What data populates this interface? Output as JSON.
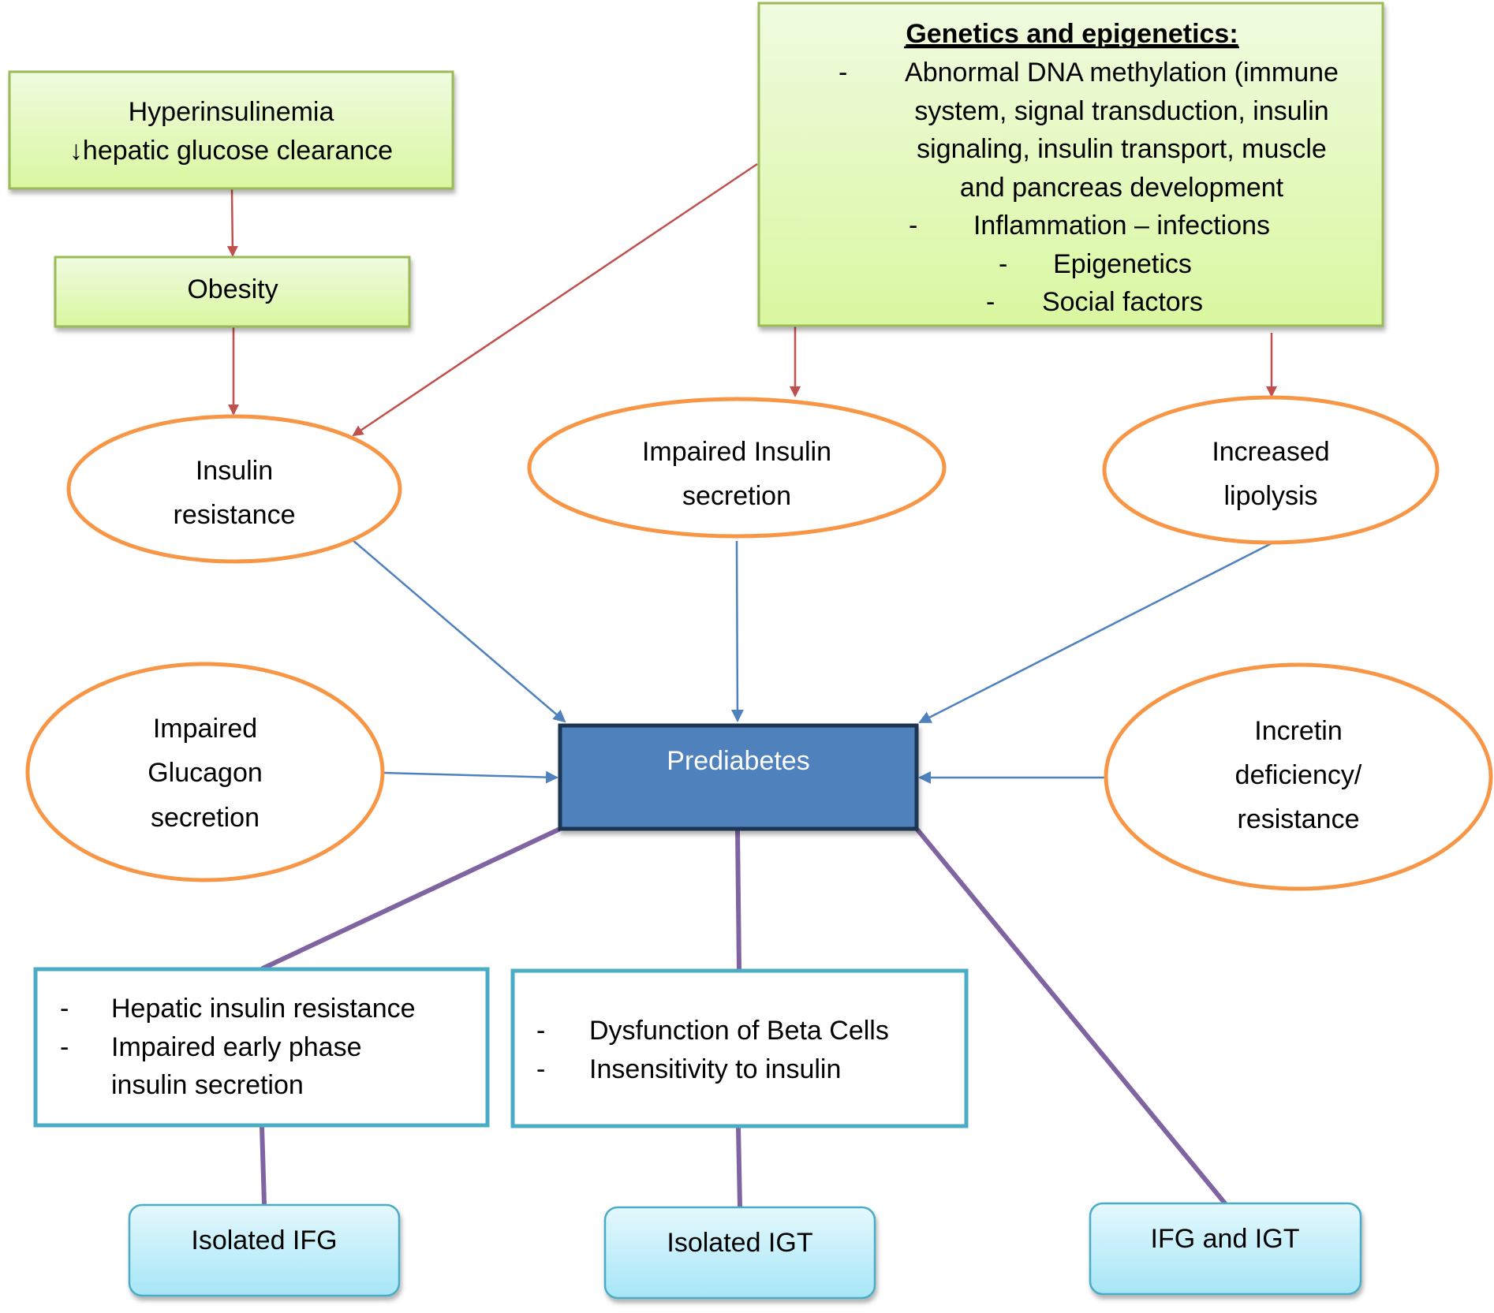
{
  "diagram": {
    "hyperinsulinemia_box": {
      "line1": "Hyperinsulinemia",
      "line2": "↓hepatic glucose clearance"
    },
    "obesity_box": {
      "label": "Obesity"
    },
    "genetics_box": {
      "title": "Genetics and epigenetics:",
      "items": [
        {
          "bullet": "-",
          "lines": [
            "Abnormal DNA methylation (immune",
            "system, signal transduction, insulin",
            "signaling, insulin transport, muscle",
            "and pancreas development"
          ]
        },
        {
          "bullet": "-",
          "lines": [
            "Inflammation – infections"
          ]
        },
        {
          "bullet": "-",
          "lines": [
            "Epigenetics"
          ]
        },
        {
          "bullet": "-",
          "lines": [
            "Social factors"
          ]
        }
      ]
    },
    "ellipses": {
      "insulin_resistance": [
        "Insulin",
        "resistance"
      ],
      "impaired_insulin_secretion": [
        "Impaired Insulin",
        "secretion"
      ],
      "increased_lipolysis": [
        "Increased",
        "lipolysis"
      ],
      "impaired_glucagon_secretion": [
        "Impaired",
        "Glucagon",
        "secretion"
      ],
      "incretin_deficiency": [
        "Incretin",
        "deficiency/",
        "resistance"
      ]
    },
    "center_box": {
      "label": "Prediabetes"
    },
    "mechanism_boxes": {
      "left": {
        "items": [
          {
            "bullet": "-",
            "lines": [
              "Hepatic insulin resistance"
            ]
          },
          {
            "bullet": "-",
            "lines": [
              "Impaired early phase",
              "insulin secretion"
            ]
          }
        ]
      },
      "middle": {
        "items": [
          {
            "bullet": "-",
            "lines": [
              "Dysfunction of Beta Cells"
            ]
          },
          {
            "bullet": "-",
            "lines": [
              "Insensitivity to insulin"
            ]
          }
        ]
      }
    },
    "outcomes": {
      "isolated_ifg": "Isolated IFG",
      "isolated_igt": "Isolated IGT",
      "ifg_and_igt": "IFG and IGT"
    },
    "colors": {
      "green_box_fill_top": "#f0fbe0",
      "green_box_fill_bottom": "#d9f7a0",
      "green_box_border": "#9bbb59",
      "ellipse_border": "#f79646",
      "red_arrow": "#c0504d",
      "blue_arrow": "#4f81bd",
      "center_fill": "#4f81bd",
      "center_border": "#1f3552",
      "purple_line": "#8064a2",
      "teal_border": "#4bacc6",
      "outcome_fill_top": "#e4f8fc",
      "outcome_fill_bottom": "#a6e6f7"
    }
  }
}
